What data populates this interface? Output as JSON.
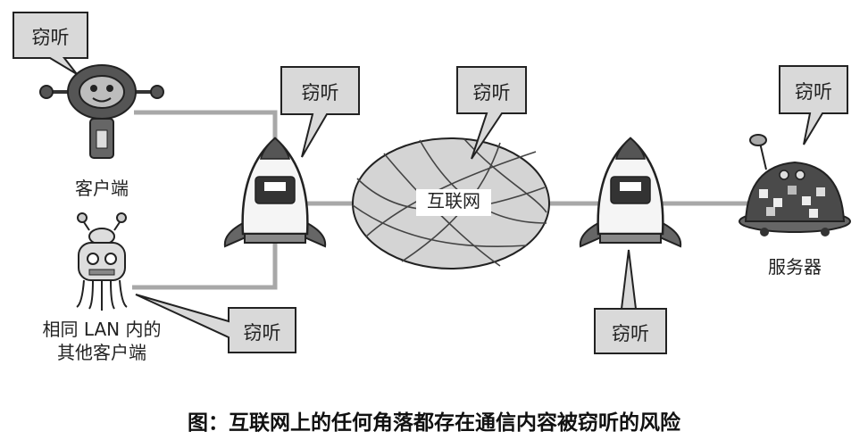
{
  "eavesdrop_label": "窃听",
  "nodes": {
    "client": "客户端",
    "other_client_line1": "相同 LAN 内的",
    "other_client_line2": "其他客户端",
    "server": "服务器",
    "internet": "互联网"
  },
  "caption": "图：互联网上的任何角落都存在通信内容被窃听的风险",
  "colors": {
    "line": "#a8a8a8",
    "bubble_fill": "#d9d9d9",
    "bubble_stroke": "#222222",
    "cloud_fill": "#d4d4d4",
    "dark": "#3a3a3a"
  }
}
